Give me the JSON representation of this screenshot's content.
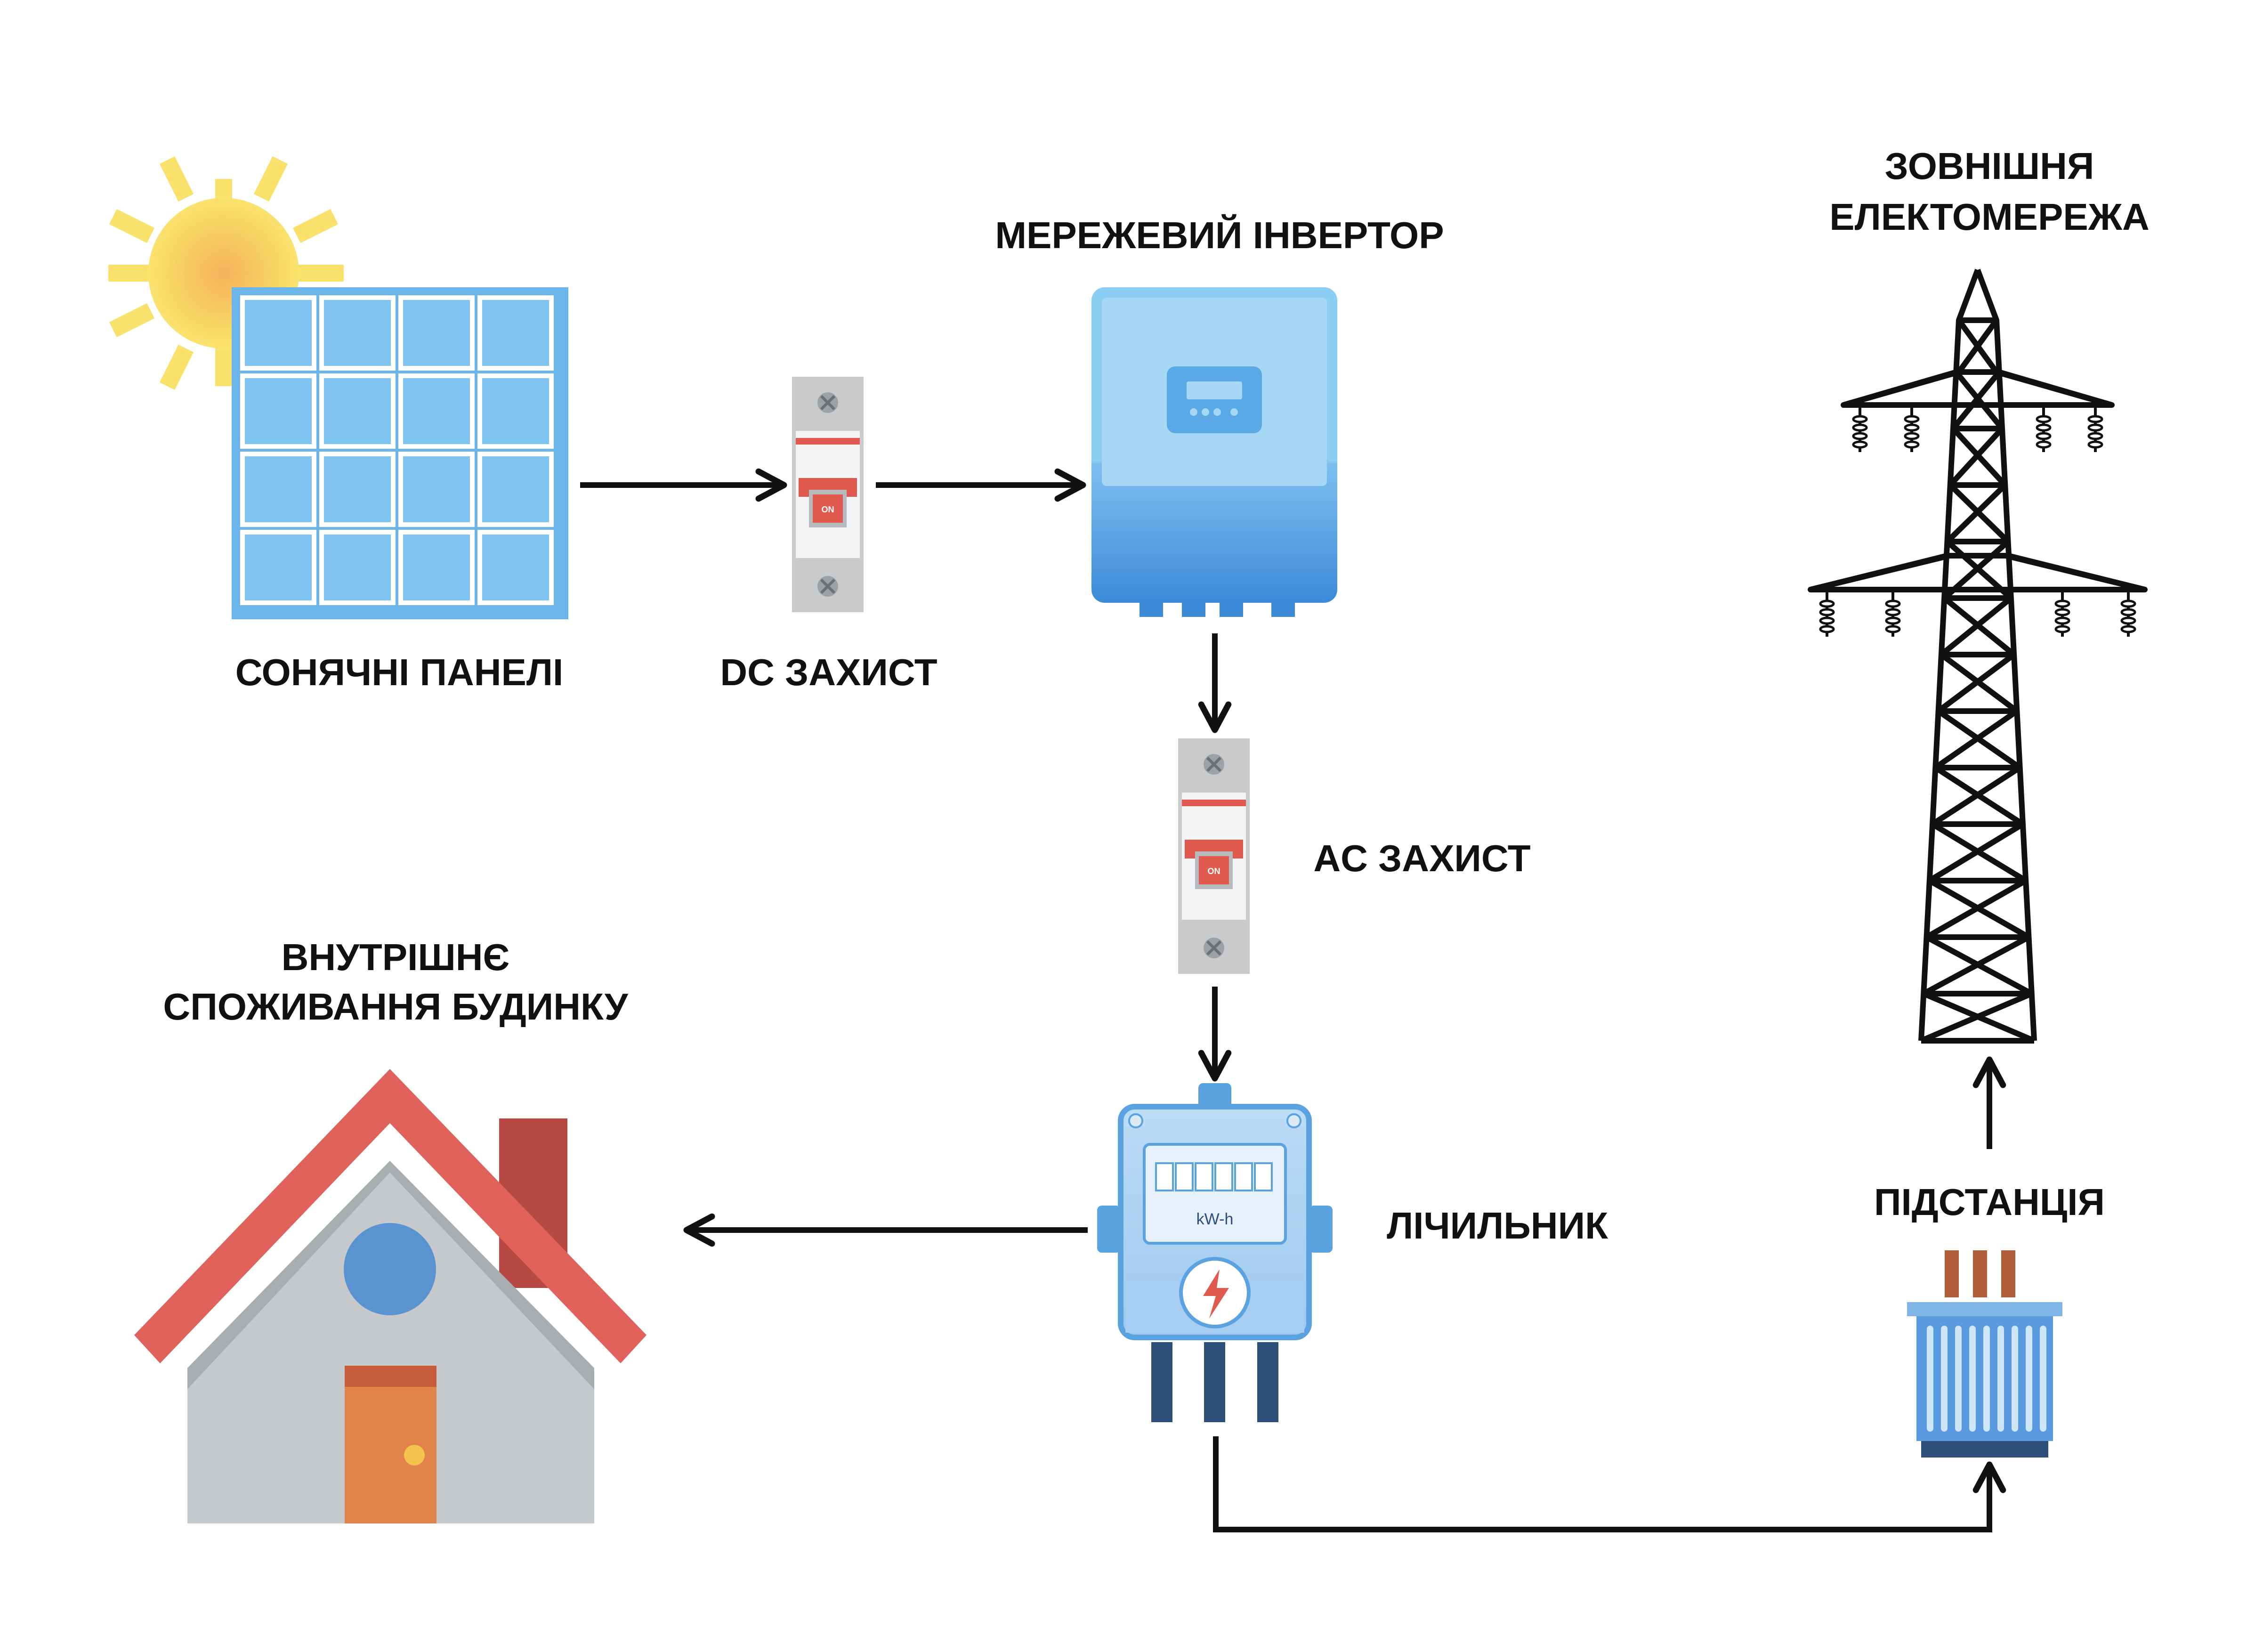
{
  "labels": {
    "solar_panels": "СОНЯЧНІ ПАНЕЛІ",
    "dc_protection": "DC ЗАХИСТ",
    "inverter": "МЕРЕЖЕВИЙ ІНВЕРТОР",
    "ac_protection": "AC ЗАХИСТ",
    "meter": "ЛІЧИЛЬНИК",
    "house_line1": "ВНУТРІШНЄ",
    "house_line2": "СПОЖИВАННЯ БУДИНКУ",
    "grid_line1": "ЗОВНІШНЯ",
    "grid_line2": "ЕЛЕКТОМЕРЕЖА",
    "substation": "ПІДСТАНЦІЯ"
  },
  "breaker_dc": {
    "switch_text": "ON"
  },
  "breaker_ac": {
    "switch_text": "ON"
  },
  "meter_unit": "kW-h",
  "icons": {
    "sun": "sun-icon",
    "solar_panel": "solar-panel-icon",
    "dc_breaker": "circuit-breaker-icon",
    "inverter": "inverter-icon",
    "ac_breaker": "circuit-breaker-icon",
    "meter": "electric-meter-icon",
    "house": "house-icon",
    "tower": "transmission-tower-icon",
    "substation": "transformer-icon"
  },
  "colors": {
    "panel_cell": "#7ec3f0",
    "panel_frame": "#6bb5ea",
    "breaker_red": "#e05a4f",
    "inverter_top": "#a6d8f6",
    "inverter_bottom": "#3d8fdb",
    "roof": "#e0625a",
    "chimney": "#b84844",
    "wall": "#c5c9cb",
    "door": "#e08449",
    "arrow": "#111111"
  }
}
